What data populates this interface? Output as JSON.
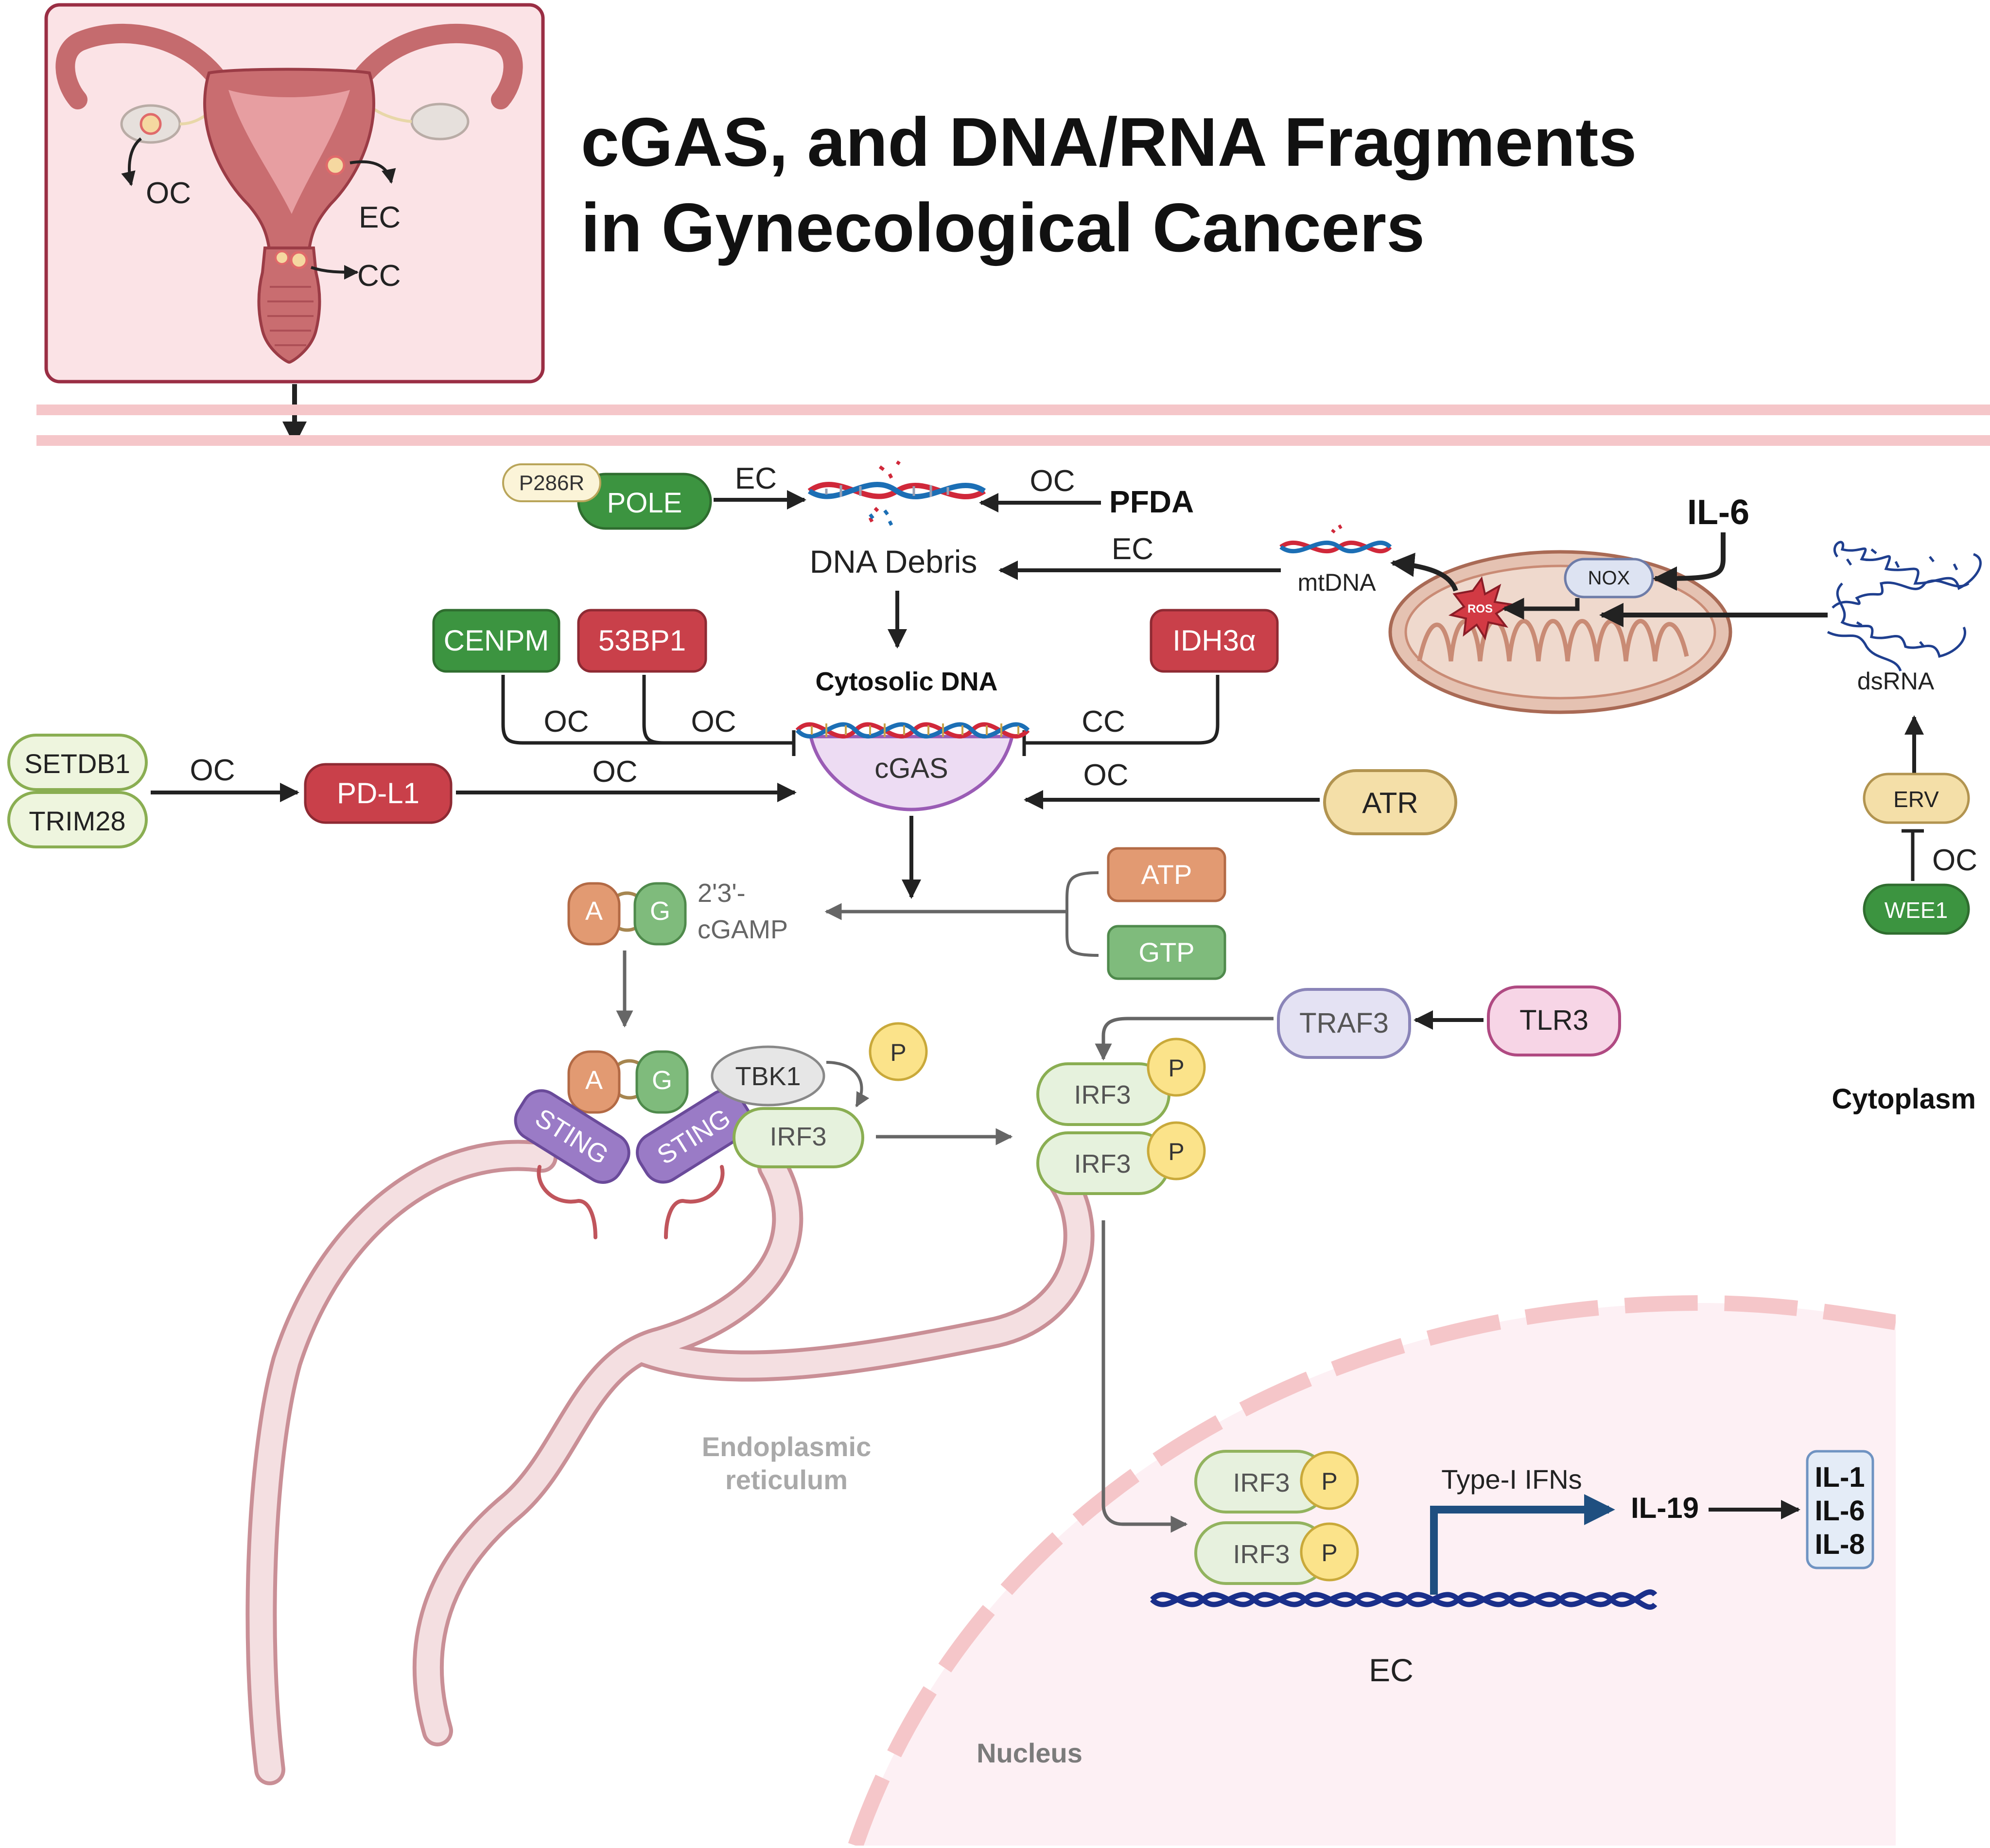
{
  "title": {
    "line1": "cGAS, and DNA/RNA Fragments",
    "line2": "in Gynecological Cancers"
  },
  "anatomy": {
    "oc": "OC",
    "ec": "EC",
    "cc": "CC"
  },
  "top": {
    "p286r": "P286R",
    "pole": "POLE",
    "ec1": "EC",
    "oc1": "OC",
    "pfda": "PFDA",
    "dna_debris": "DNA Debris",
    "ec2": "EC",
    "mtdna": "mtDNA",
    "il6": "IL-6",
    "nox": "NOX",
    "ros": "ROS",
    "dsrna": "dsRNA",
    "erv": "ERV",
    "oc_wee1": "OC",
    "wee1": "WEE1"
  },
  "middle": {
    "cenpm": "CENPM",
    "bp53": "53BP1",
    "idh3a": "IDH3α",
    "cytosolic_dna": "Cytosolic DNA",
    "cgas": "cGAS",
    "oc_cenpm": "OC",
    "oc_53bp1": "OC",
    "cc_idh": "CC",
    "setdb1": "SETDB1",
    "trim28": "TRIM28",
    "oc_setdb": "OC",
    "pdl1": "PD-L1",
    "oc_pdl1": "OC",
    "oc_atr": "OC",
    "atr": "ATR",
    "atp": "ATP",
    "gtp": "GTP",
    "a": "A",
    "g": "G",
    "cgamp1": "2'3'-",
    "cgamp2": "cGAMP"
  },
  "lower": {
    "tbk1": "TBK1",
    "p": "P",
    "irf3": "IRF3",
    "sting": "STING",
    "traf3": "TRAF3",
    "tlr3": "TLR3",
    "cytoplasm": "Cytoplasm",
    "er1": "Endoplasmic",
    "er2": "reticulum",
    "nucleus": "Nucleus",
    "type1_ifns": "Type-I IFNs",
    "il19": "IL-19",
    "il1": "IL-1",
    "il6b": "IL-6",
    "il8": "IL-8",
    "ec_nucleus": "EC"
  },
  "colors": {
    "dark_green": "#3c9440",
    "red": "#c9404a",
    "light_green_fill": "#eef5de",
    "light_green_stroke": "#8aae52",
    "pale_green": "#e6f2dd",
    "orange": "#e29a72",
    "green_block": "#7fbb7c",
    "tan": "#f4dfa8",
    "purple": "#9a7bc6",
    "pink_membrane": "#f5c6c9",
    "nucleus_fill": "#fdf0f4",
    "dna_red": "#d0283a",
    "dna_blue": "#1c6fb5",
    "ifn_blue": "#1f4f80"
  }
}
